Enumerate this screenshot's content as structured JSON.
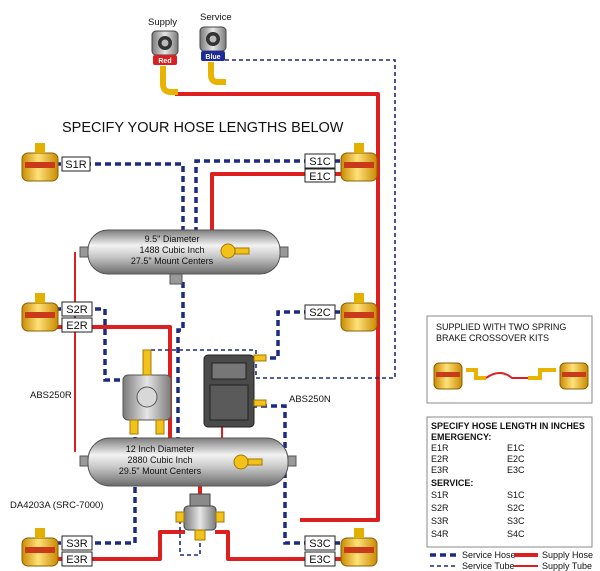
{
  "title": "SPECIFY YOUR HOSE LENGTHS BELOW",
  "gladhands": {
    "supply_label": "Supply",
    "service_label": "Service",
    "red_tag": "Red",
    "blue_tag": "Blue"
  },
  "tank_top": {
    "line1": "9.5\" Diameter",
    "line2": "1488 Cubic Inch",
    "line3": "27.5\" Mount Centers"
  },
  "tank_bottom": {
    "line1": "12 Inch Diameter",
    "line2": "2880 Cubic Inch",
    "line3": "29.5\" Mount Centers"
  },
  "valves": {
    "abs_left": "ABS250R",
    "abs_right": "ABS250N",
    "relay": "DA4203A  (SRC-7000)"
  },
  "hose_tags": {
    "s1r": "S1R",
    "s1c": "S1C",
    "e1c": "E1C",
    "s2r": "S2R",
    "e2r": "E2R",
    "s2c": "S2C",
    "s3r": "S3R",
    "e3r": "E3R",
    "s3c": "S3C",
    "e3c": "E3C"
  },
  "kit": {
    "line1": "SUPPLIED WITH TWO  SPRING",
    "line2": "BRAKE CROSSOVER KITS"
  },
  "spec_table": {
    "heading": "SPECIFY HOSE LENGTH IN INCHES",
    "emergency_heading": "EMERGENCY:",
    "emergency_rows": [
      [
        "E1R",
        "E1C"
      ],
      [
        "E2R",
        "E2C"
      ],
      [
        "E3R",
        "E3C"
      ]
    ],
    "service_heading": "SERVICE:",
    "service_rows": [
      [
        "S1R",
        "S1C"
      ],
      [
        "S2R",
        "S2C"
      ],
      [
        "S3R",
        "S3C"
      ],
      [
        "S4R",
        "S4C"
      ]
    ]
  },
  "legend": {
    "service_hose": "Service Hose",
    "service_tube": "Service Tube",
    "supply_hose": "Supply Hose",
    "supply_tube": "Supply Tube"
  },
  "colors": {
    "supply": "#dd1f1f",
    "service": "#1c2a80",
    "chamber_yellow": "#f2c21a",
    "tank_gray": "#c8c8c8"
  }
}
